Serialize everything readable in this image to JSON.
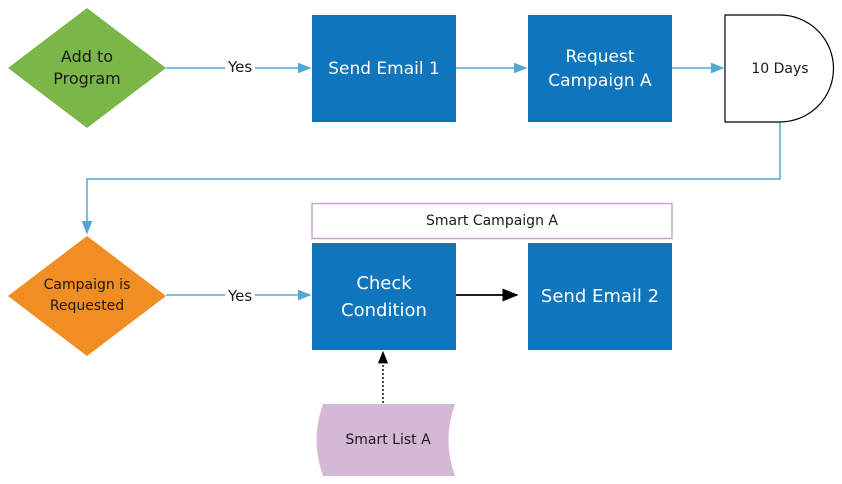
{
  "nodes": {
    "add_to_program": {
      "label": "Add to\nProgram",
      "color": "#7ab648"
    },
    "send_email_1": {
      "label": "Send Email 1",
      "color": "#0f75bc"
    },
    "request_campaign_a": {
      "label": "Request\nCampaign A",
      "color": "#0f75bc"
    },
    "ten_days": {
      "label": "10 Days"
    },
    "campaign_requested": {
      "label": "Campaign is\nRequested",
      "color": "#f08d23"
    },
    "smart_campaign_a": {
      "label": "Smart Campaign A",
      "border": "#c8a5cc"
    },
    "check_condition": {
      "label": "Check\nCondition",
      "color": "#0f75bc"
    },
    "send_email_2": {
      "label": "Send Email 2",
      "color": "#0f75bc"
    },
    "smart_list_a": {
      "label": "Smart List A",
      "color": "#d5b8d5"
    }
  },
  "edges": {
    "yes_top": {
      "label": "Yes"
    },
    "yes_bottom": {
      "label": "Yes"
    },
    "connector_color": "#4fa8d8"
  }
}
